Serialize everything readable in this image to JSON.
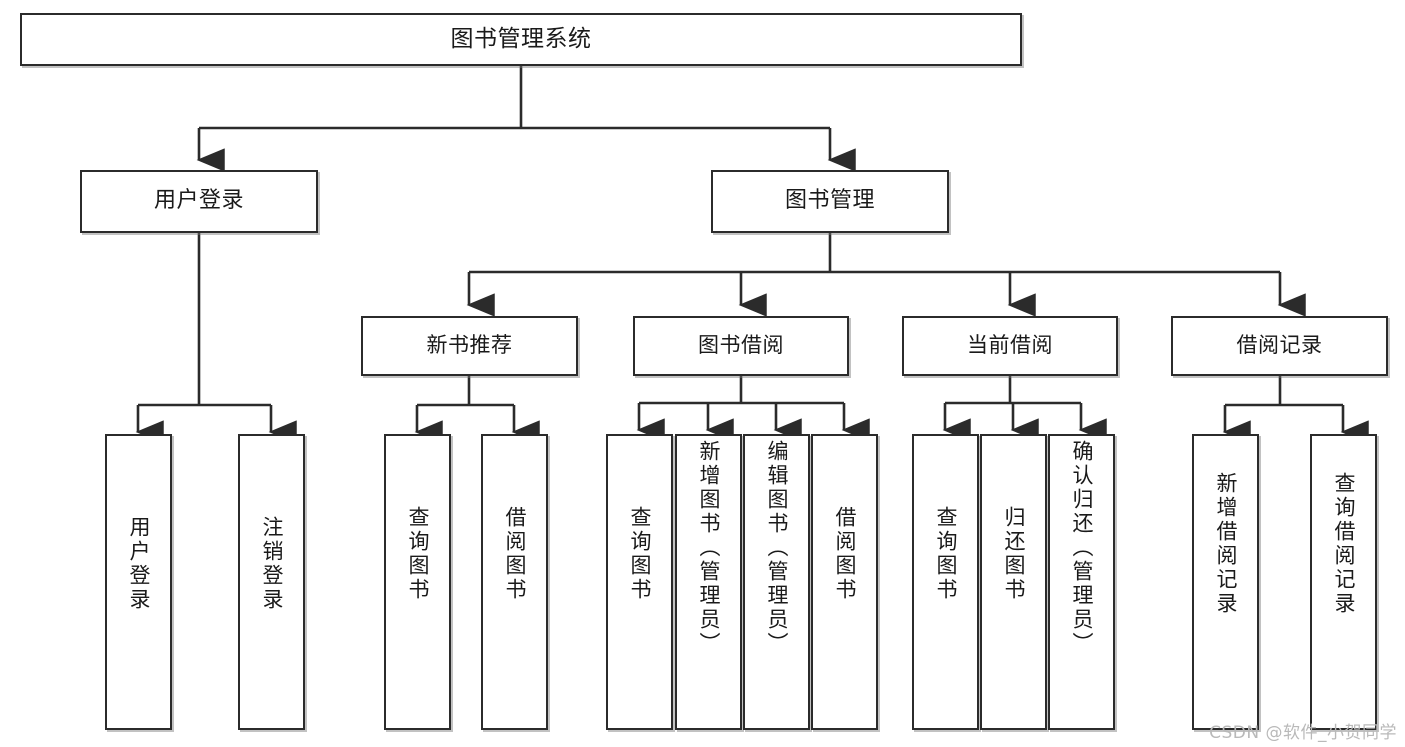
{
  "diagram": {
    "title": "图书管理系统",
    "type": "tree-hierarchy",
    "watermark": "CSDN @软件_小贺同学",
    "colors": {
      "box_border": "#2b2b2b",
      "box_fill": "#ffffff",
      "connector": "#2b2b2b",
      "text": "#1a1a1a",
      "watermark": "#b9b9b9",
      "background": "#ffffff"
    },
    "root": {
      "label": "图书管理系统"
    },
    "level2": [
      {
        "label": "用户登录"
      },
      {
        "label": "图书管理"
      }
    ],
    "level3": [
      {
        "label": "新书推荐"
      },
      {
        "label": "图书借阅"
      },
      {
        "label": "当前借阅"
      },
      {
        "label": "借阅记录"
      }
    ],
    "leaves": [
      {
        "label": "用户登录",
        "parent": "用户登录"
      },
      {
        "label": "注销登录",
        "parent": "用户登录"
      },
      {
        "label": "查询图书",
        "parent": "新书推荐"
      },
      {
        "label": "借阅图书",
        "parent": "新书推荐"
      },
      {
        "label": "查询图书",
        "parent": "图书借阅"
      },
      {
        "label": "新增图书（管理员）",
        "parent": "图书借阅"
      },
      {
        "label": "编辑图书（管理员）",
        "parent": "图书借阅"
      },
      {
        "label": "借阅图书",
        "parent": "图书借阅"
      },
      {
        "label": "查询图书",
        "parent": "当前借阅"
      },
      {
        "label": "归还图书",
        "parent": "当前借阅"
      },
      {
        "label": "确认归还（管理员）",
        "parent": "当前借阅"
      },
      {
        "label": "新增借阅记录",
        "parent": "借阅记录"
      },
      {
        "label": "查询借阅记录",
        "parent": "借阅记录"
      }
    ]
  }
}
